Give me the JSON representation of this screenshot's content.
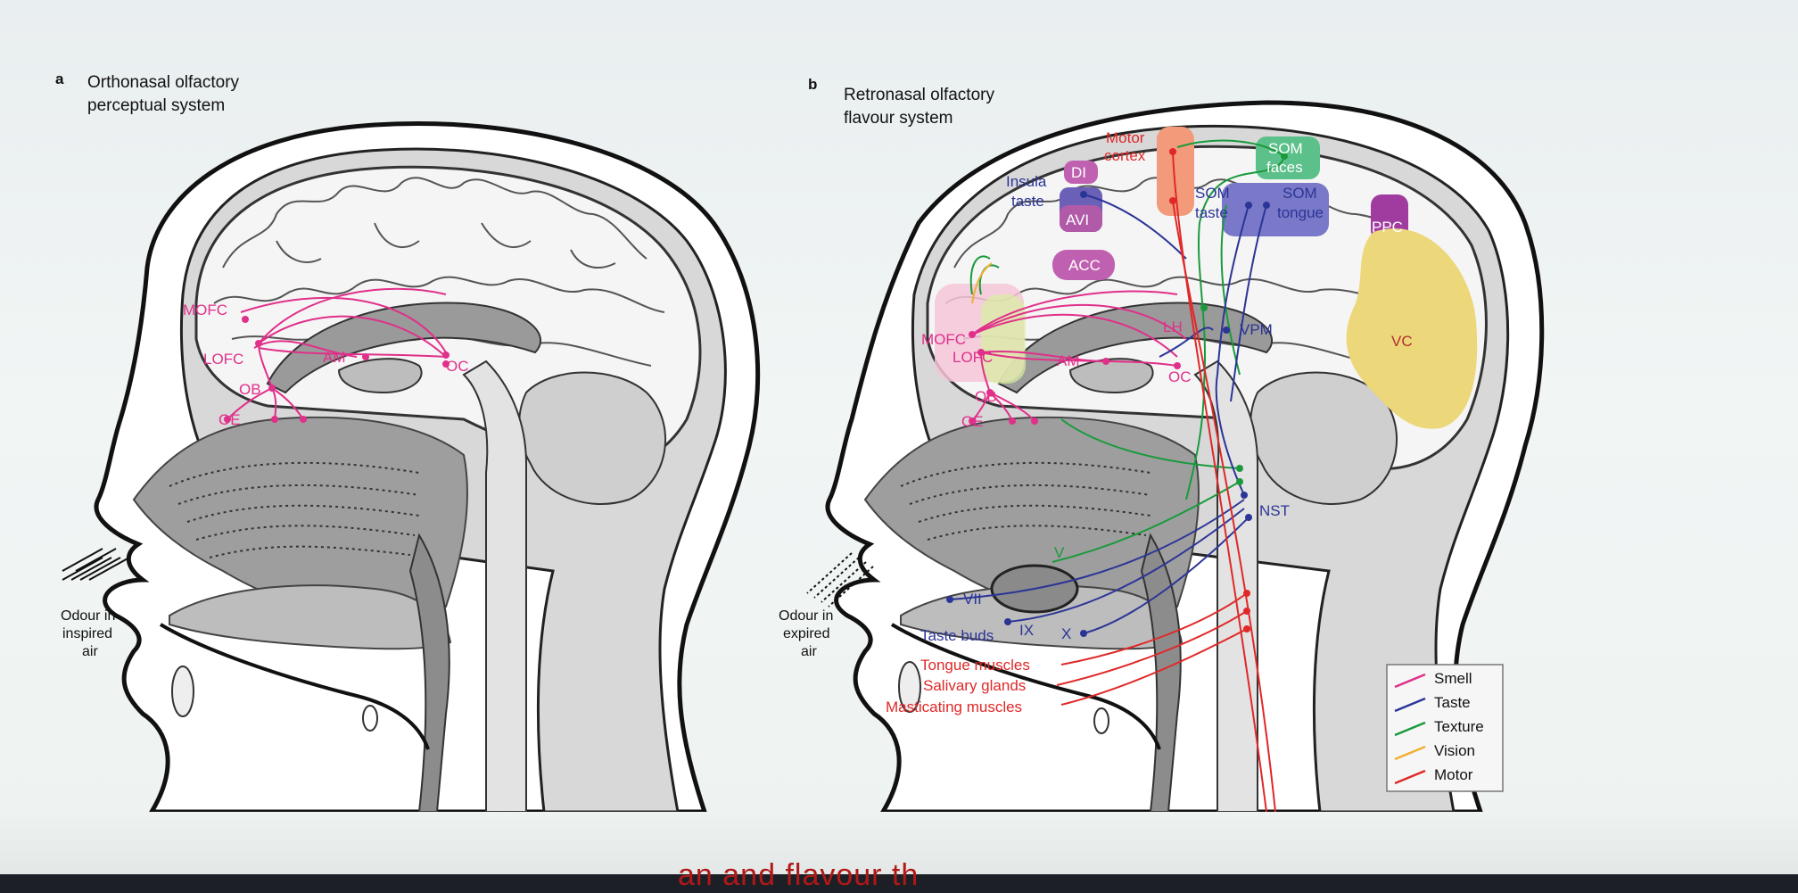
{
  "panel_a": {
    "letter": "a",
    "title_line1": "Orthonasal olfactory",
    "title_line2": "perceptual system",
    "labels": {
      "mofc": "MOFC",
      "lofc": "LOFC",
      "am": "AM",
      "oc": "OC",
      "ob": "OB",
      "oe": "OE"
    },
    "odour_line1": "Odour in",
    "odour_line2": "inspired",
    "odour_line3": "air"
  },
  "panel_b": {
    "letter": "b",
    "title_line1": "Retronasal olfactory",
    "title_line2": "flavour system",
    "labels": {
      "motor_line1": "Motor",
      "motor_line2": "cortex",
      "di": "DI",
      "insula_line1": "Insula",
      "insula_line2": "taste",
      "avi": "AVI",
      "acc": "ACC",
      "som_faces_line1": "SOM",
      "som_faces_line2": "faces",
      "som_taste_line1": "SOM",
      "som_taste_line2": "taste",
      "som_tongue_line1": "SOM",
      "som_tongue_line2": "tongue",
      "ppc": "PPC",
      "vc": "VC",
      "lh": "LH",
      "vpm": "VPM",
      "mofc": "MOFC",
      "lofc": "LOFC",
      "am": "AM",
      "oc": "OC",
      "ob": "OB",
      "oe": "OE",
      "nst": "NST",
      "v": "V",
      "vii": "VII",
      "ix": "IX",
      "x": "X",
      "taste_buds": "Taste buds",
      "tongue_muscles": "Tongue muscles",
      "salivary_glands": "Salivary glands",
      "masticating_muscles": "Masticating muscles"
    },
    "odour_line1": "Odour in",
    "odour_line2": "expired",
    "odour_line3": "air"
  },
  "legend": [
    {
      "label": "Smell",
      "color": "#e0308a"
    },
    {
      "label": "Taste",
      "color": "#2b3596"
    },
    {
      "label": "Texture",
      "color": "#1a9a3c"
    },
    {
      "label": "Vision",
      "color": "#f0b030"
    },
    {
      "label": "Motor",
      "color": "#e02828"
    }
  ],
  "colors": {
    "smell": "#e0308a",
    "taste": "#2b3596",
    "texture": "#1a9a3c",
    "vision": "#f0b030",
    "motor": "#e02828",
    "motor_region": "#f29a7a",
    "insula_region": "#b05aa8",
    "acc_region": "#c060b0",
    "som_region": "#7a78c8",
    "vc_region": "#ecd77a",
    "ppc_region": "#a03ca0"
  },
  "caption_fragment": "an and flavour th"
}
